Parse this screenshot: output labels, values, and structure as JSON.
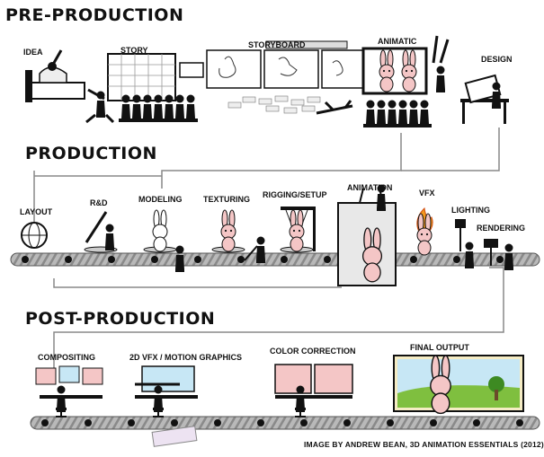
{
  "sections": {
    "pre": "PRE-PRODUCTION",
    "production": "PRODUCTION",
    "post": "POST-PRODUCTION"
  },
  "stages": {
    "idea": "IDEA",
    "story": "STORY",
    "storyboard": "STORYBOARD",
    "animatic": "ANIMATIC",
    "design": "DESIGN",
    "layout": "LAYOUT",
    "rnd": "R&D",
    "modeling": "MODELING",
    "texturing": "TEXTURING",
    "rigging": "RIGGING/SETUP",
    "animation": "ANIMATION",
    "vfx": "VFX",
    "lighting": "LIGHTING",
    "rendering": "RENDERING",
    "compositing": "COMPOSITING",
    "motion": "2D VFX / MOTION GRAPHICS",
    "color": "COLOR CORRECTION",
    "final": "FINAL OUTPUT"
  },
  "credit": "IMAGE BY ANDREW BEAN, 3D ANIMATION ESSENTIALS (2012)",
  "colors": {
    "ink": "#111111",
    "conveyor": "#a8a8a8",
    "bunny": "#f4c6c6",
    "sky": "#c7e7f5",
    "grass": "#7fbf3f",
    "fire": "#f39a1e"
  }
}
